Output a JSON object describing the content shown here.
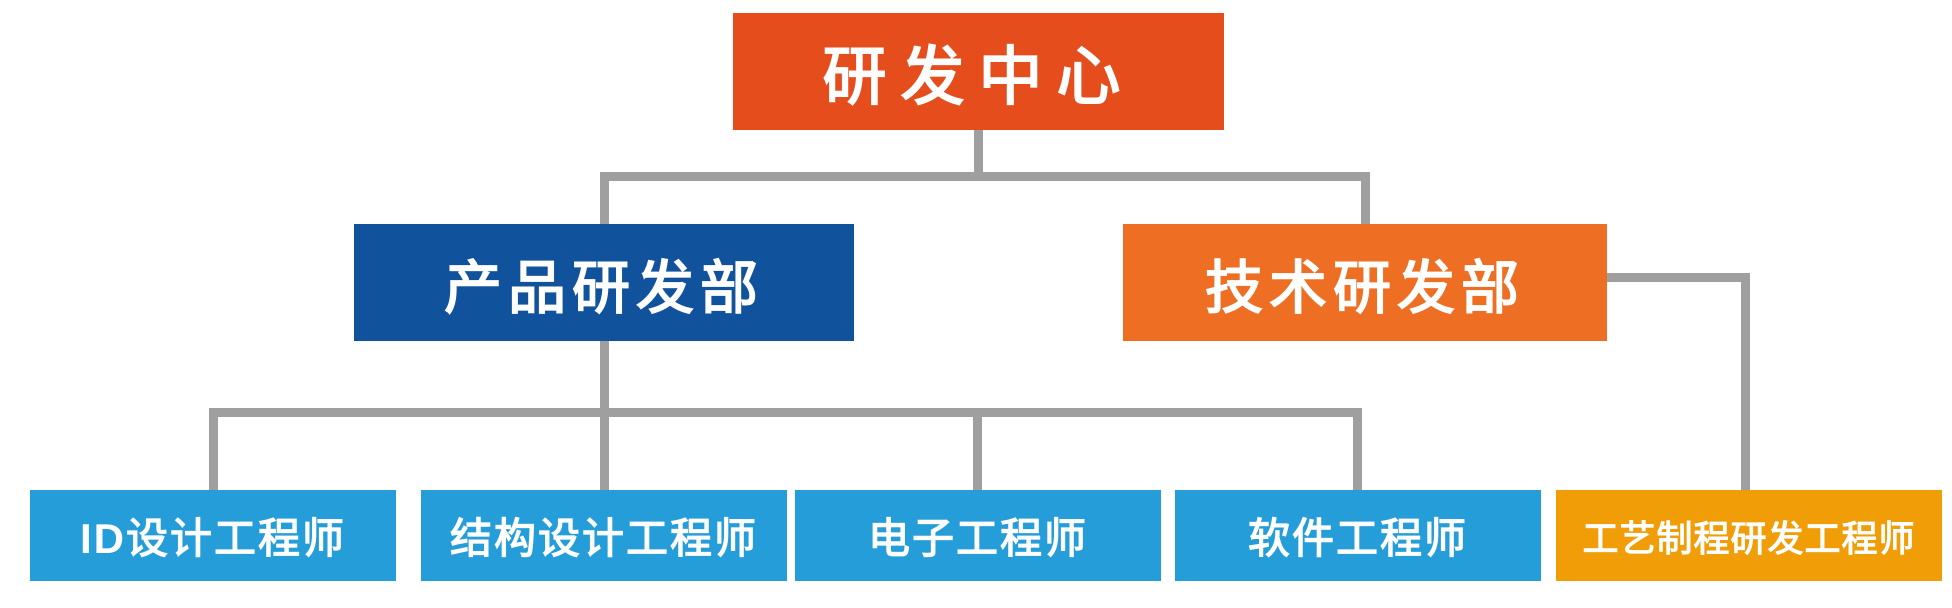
{
  "org": {
    "root": {
      "label": "研发中心",
      "children": [
        "产品研发部",
        "技术研发部"
      ]
    },
    "departments": [
      {
        "label": "产品研发部",
        "children": [
          "ID设计工程师",
          "结构设计工程师",
          "电子工程师",
          "软件工程师"
        ]
      },
      {
        "label": "技术研发部",
        "children": [
          "工艺制程研发工程师"
        ]
      }
    ],
    "roles": [
      {
        "label": "ID设计工程师",
        "parent": "产品研发部"
      },
      {
        "label": "结构设计工程师",
        "parent": "产品研发部"
      },
      {
        "label": "电子工程师",
        "parent": "产品研发部"
      },
      {
        "label": "软件工程师",
        "parent": "产品研发部"
      },
      {
        "label": "工艺制程研发工程师",
        "parent": "技术研发部"
      }
    ]
  },
  "colors": {
    "root": "#E54D1D",
    "dept_product": "#11529C",
    "dept_tech": "#EE6E23",
    "role_blue": "#259DD8",
    "role_process": "#F09D08",
    "connector": "#9F9F9F",
    "text": "#FFFFFF",
    "background": "#FFFFFF"
  }
}
